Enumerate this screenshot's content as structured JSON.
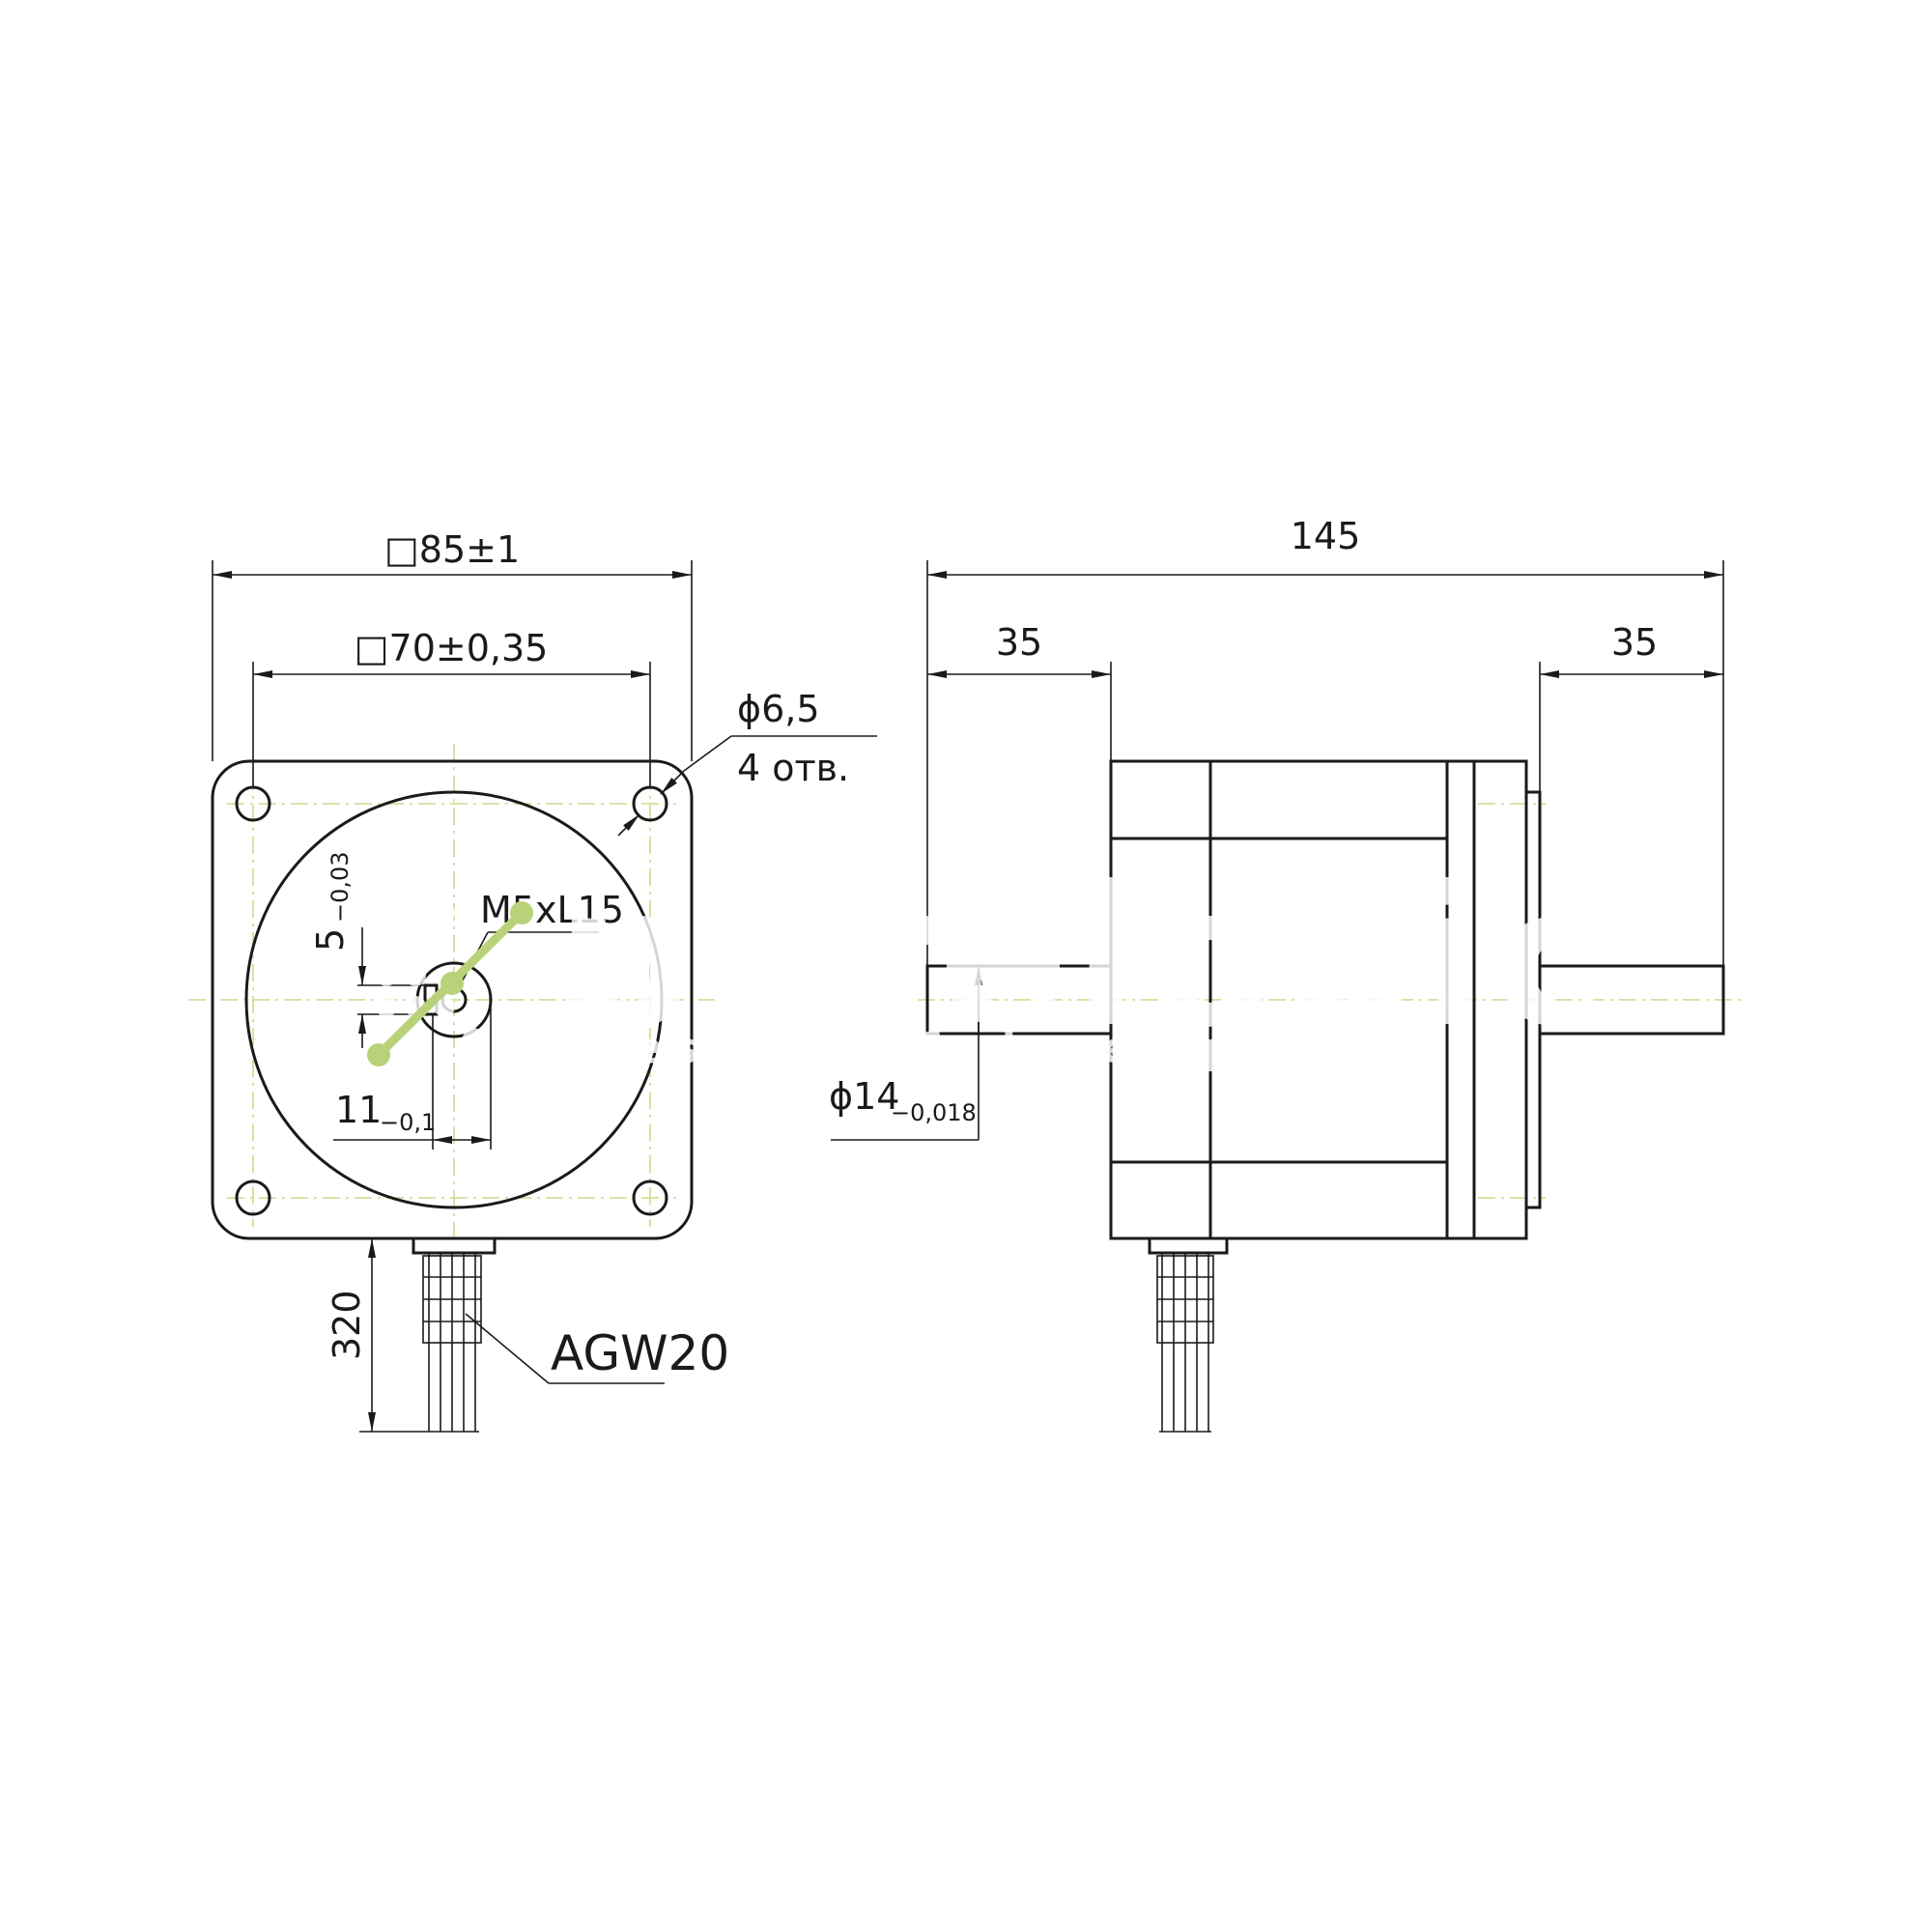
{
  "labels": {
    "front_outer_square": "□85±1",
    "front_bolt_square": "□70±0,35",
    "hole_diameter": "ϕ6,5",
    "hole_count": "4 отв.",
    "thread": "M5xL15",
    "flat_depth_main": "5",
    "flat_depth_tol": "−0,03",
    "key_width_main": "11",
    "key_width_tol": "−0,1",
    "lead_length": "320",
    "wire_gauge": "AGW20",
    "total_length": "145",
    "rear_shaft_length": "35",
    "front_shaft_length": "35",
    "shaft_diameter_main": "ϕ14",
    "shaft_diameter_tol": "−0,018"
  },
  "watermark": {
    "brand": "purelogic",
    "tagline": "research & development"
  },
  "colors": {
    "line": "#1a1a1a",
    "centerline": "#c8dc8a",
    "logo_green": "#b9d27a"
  }
}
